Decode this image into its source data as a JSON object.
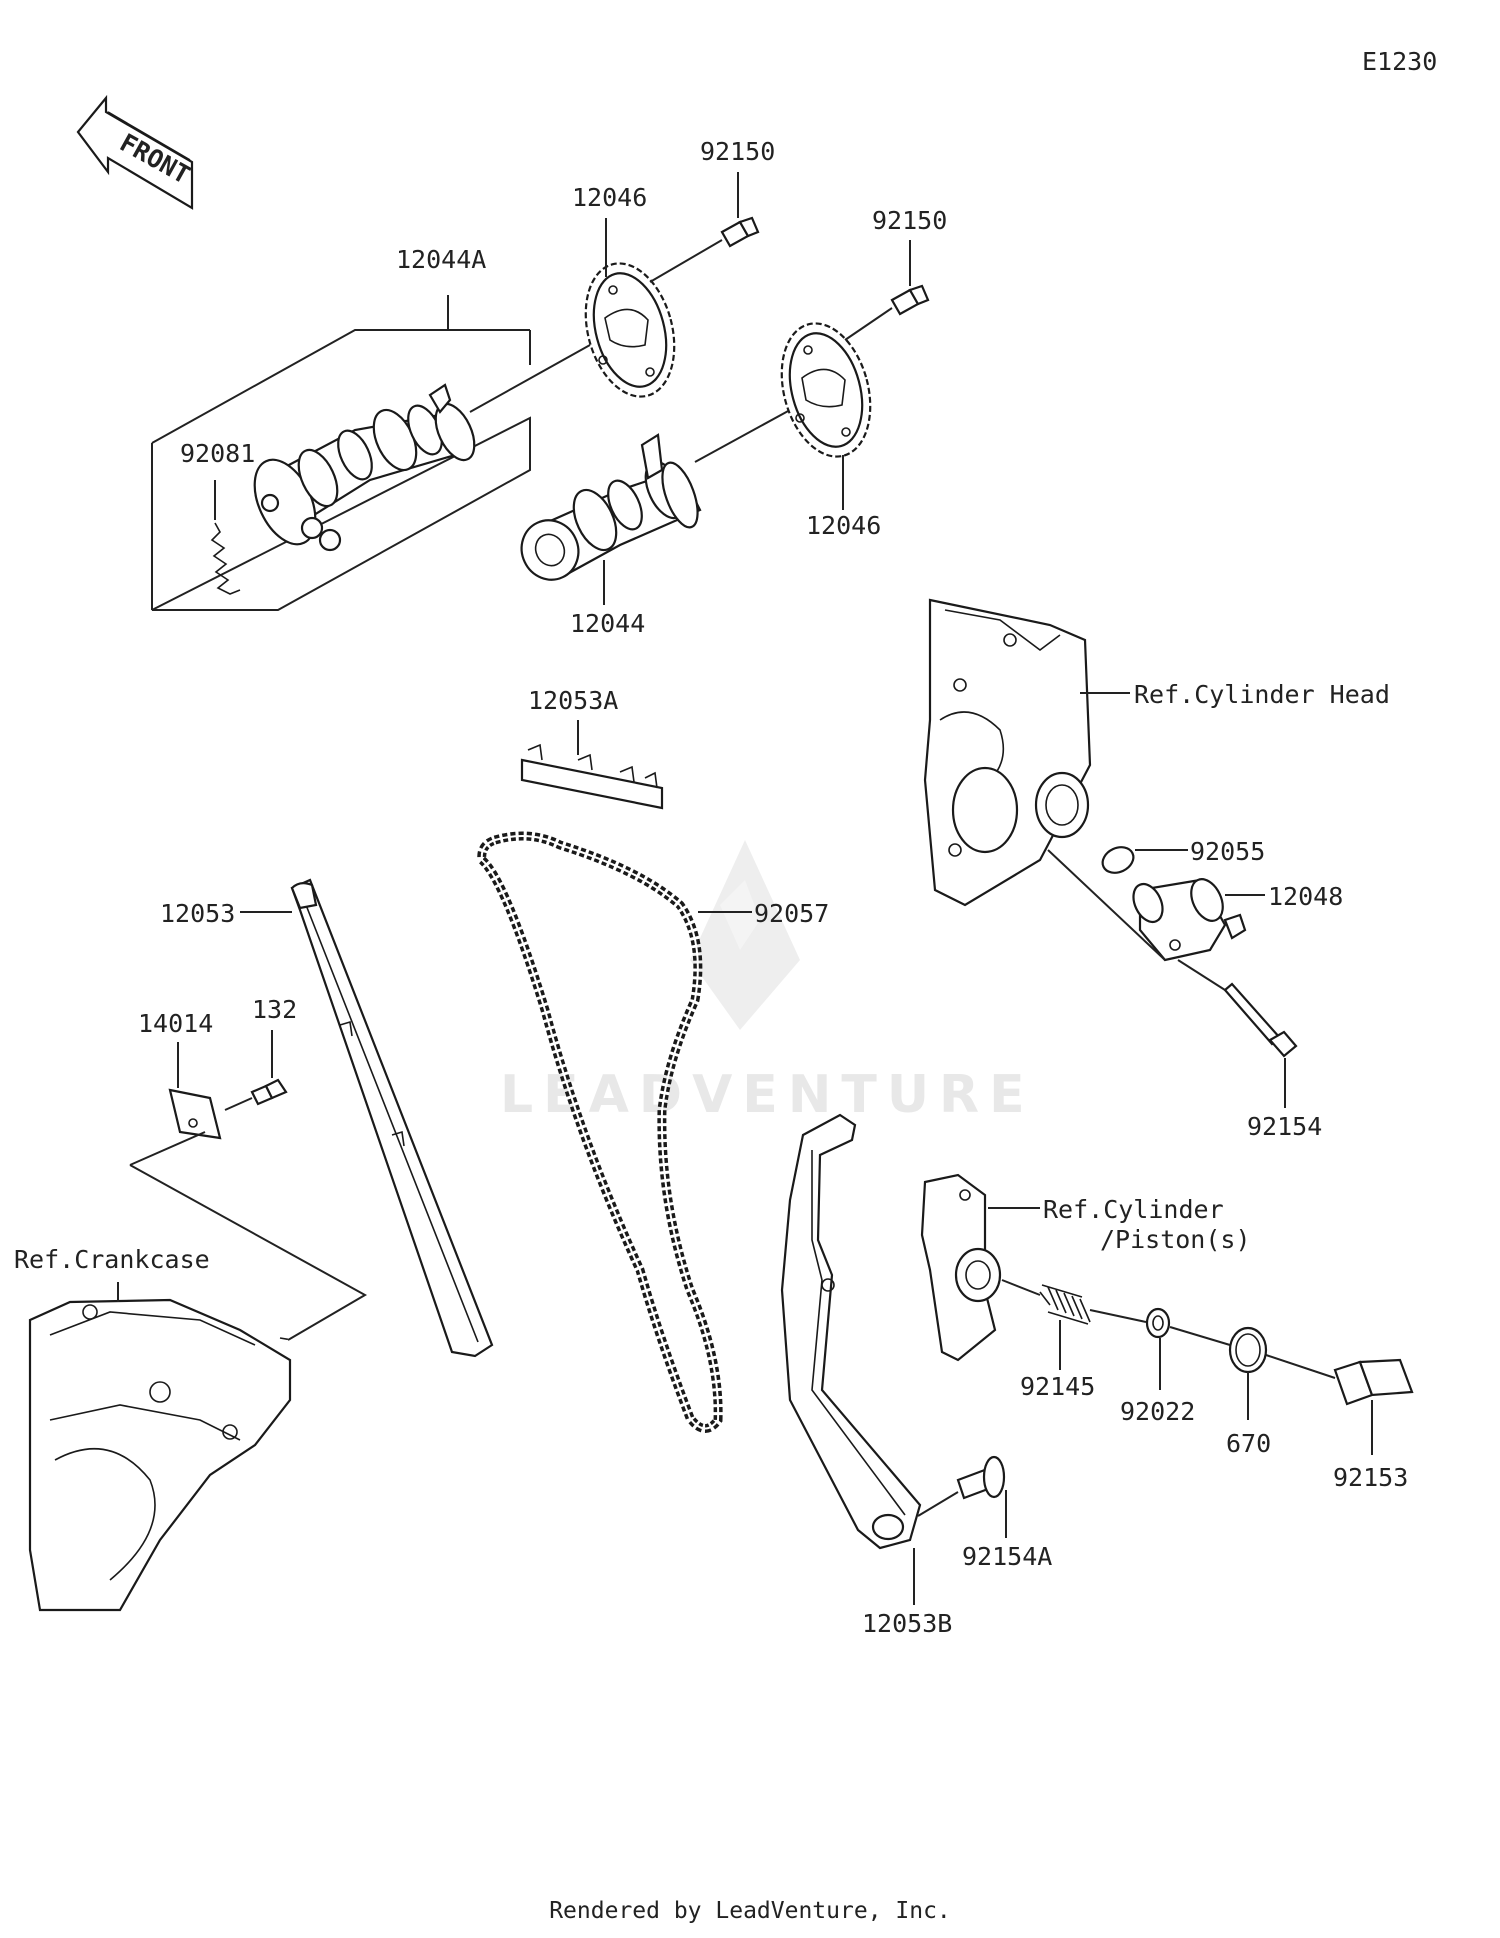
{
  "diagram_id": "E1230",
  "front_label": "FRONT",
  "watermark": "LEADVENTURE",
  "footer": "Rendered by LeadVenture, Inc.",
  "refs": {
    "cylinder_head": "Ref.Cylinder Head",
    "cylinder_line1": "Ref.Cylinder",
    "cylinder_line2": "/Piston(s)",
    "crankcase": "Ref.Crankcase"
  },
  "parts": {
    "p12044A": "12044A",
    "p92081": "92081",
    "p12046_top": "12046",
    "p92150_top": "92150",
    "p92150_right": "92150",
    "p12046_right": "12046",
    "p12044": "12044",
    "p12053A": "12053A",
    "p92057": "92057",
    "p12053": "12053",
    "p14014": "14014",
    "p132": "132",
    "p92055": "92055",
    "p12048": "12048",
    "p92154": "92154",
    "p92145": "92145",
    "p92022": "92022",
    "p670": "670",
    "p92153": "92153",
    "p92154A": "92154A",
    "p12053B": "12053B"
  }
}
